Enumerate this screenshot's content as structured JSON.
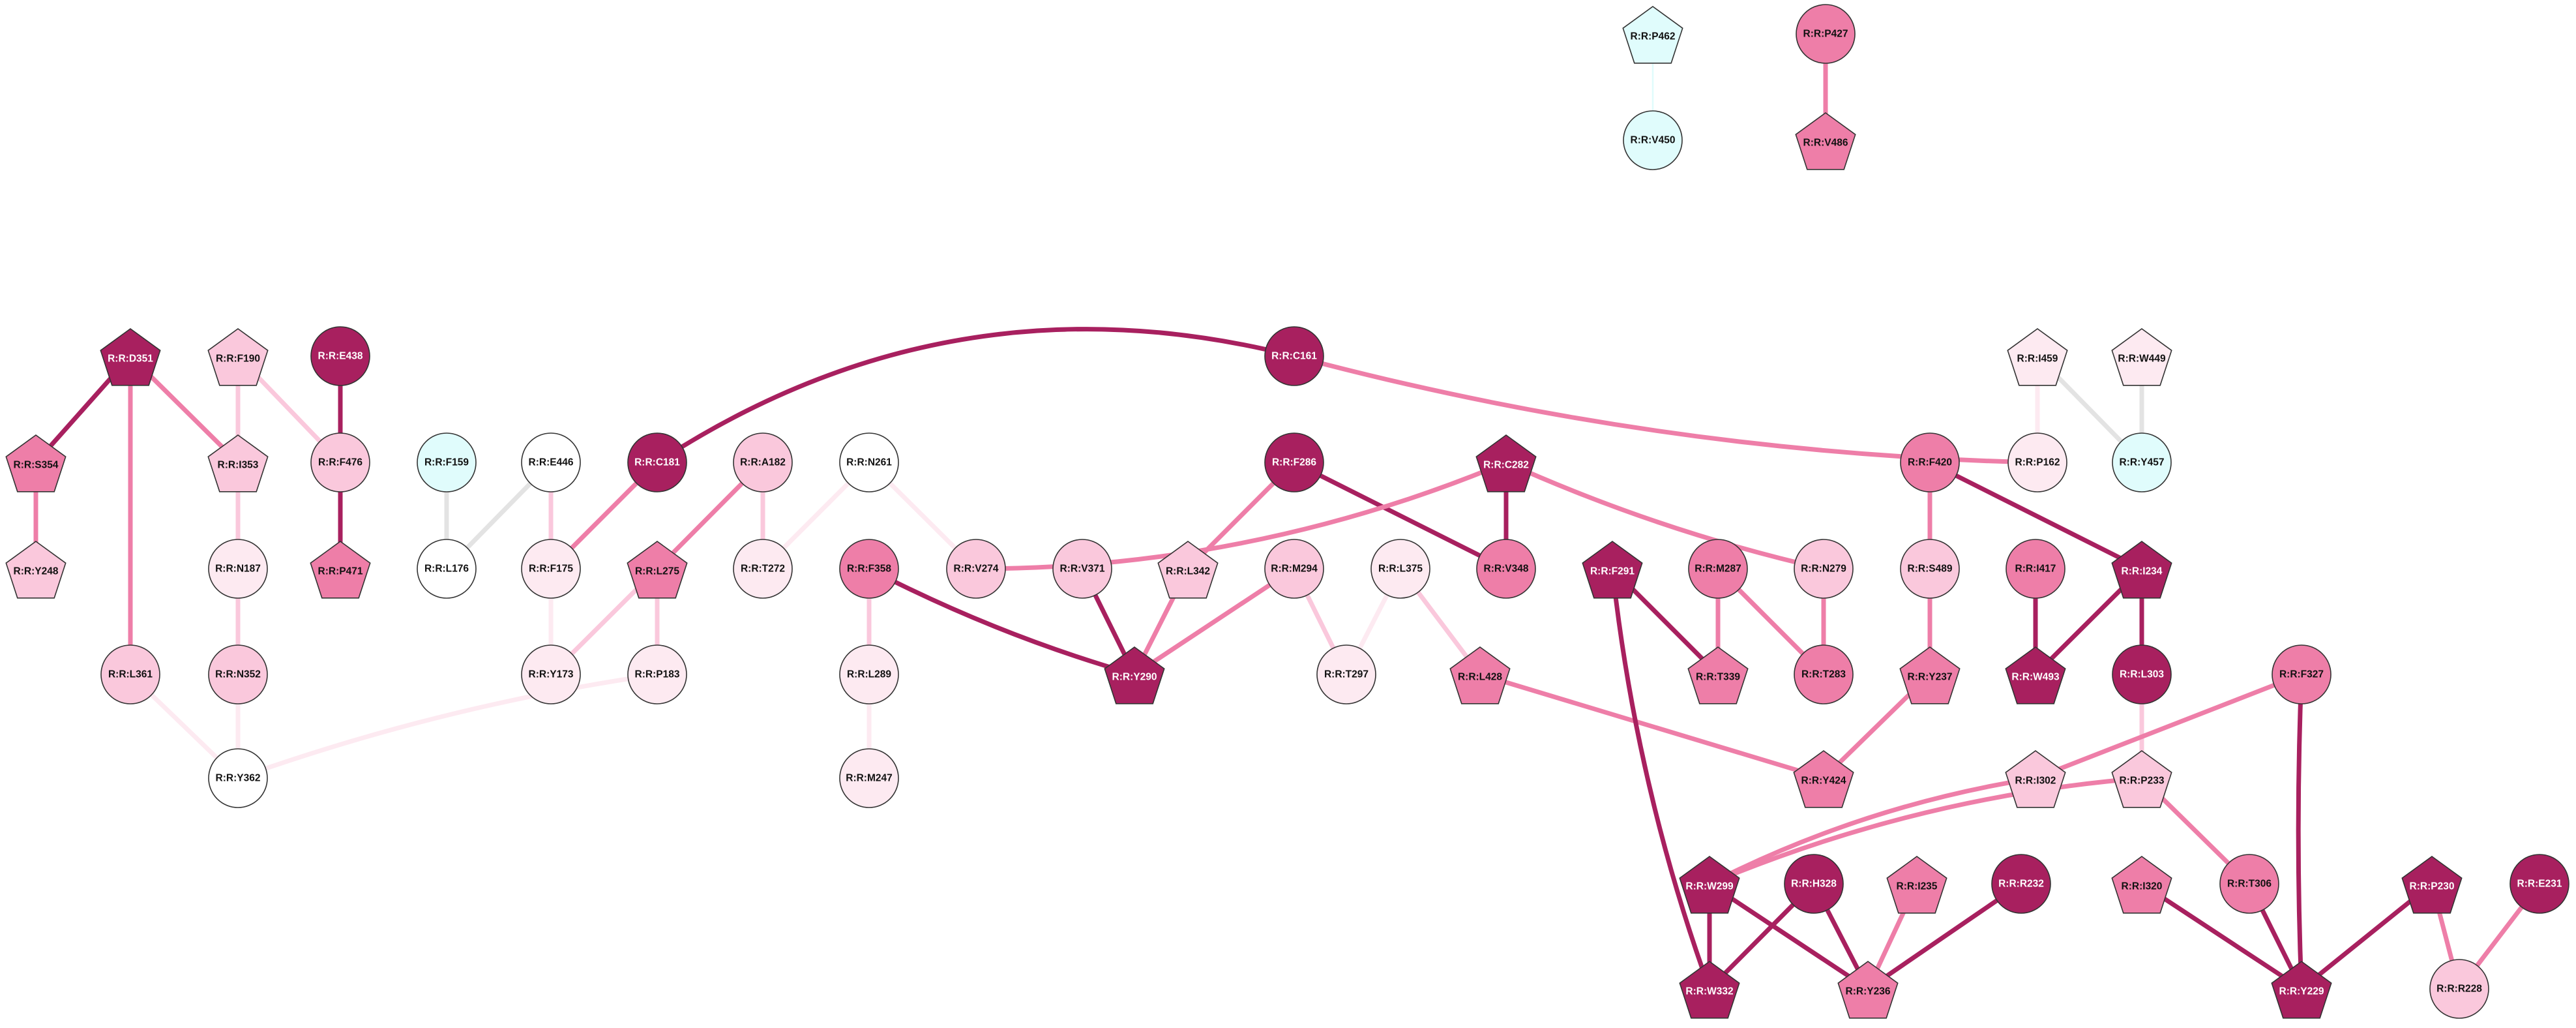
{
  "colors": {
    "dark": "#a8205f",
    "medium": "#ee7ea8",
    "light": "#fac8dc",
    "pale": "#fdeaf1",
    "white": "#ffffff",
    "cyan": "#e0fcfc",
    "grey": "#e3e3e3"
  },
  "nodes": [
    {
      "id": "R:R:P462",
      "shape": "pentagon",
      "fill": "cyan"
    },
    {
      "id": "R:R:V450",
      "shape": "circle",
      "fill": "cyan"
    },
    {
      "id": "R:R:P427",
      "shape": "circle",
      "fill": "medium"
    },
    {
      "id": "R:R:V486",
      "shape": "pentagon",
      "fill": "medium"
    },
    {
      "id": "R:R:D351",
      "shape": "pentagon",
      "fill": "dark"
    },
    {
      "id": "R:R:S354",
      "shape": "pentagon",
      "fill": "medium"
    },
    {
      "id": "R:R:Y248",
      "shape": "pentagon",
      "fill": "light"
    },
    {
      "id": "R:R:L361",
      "shape": "circle",
      "fill": "light"
    },
    {
      "id": "R:R:F190",
      "shape": "pentagon",
      "fill": "light"
    },
    {
      "id": "R:R:I353",
      "shape": "pentagon",
      "fill": "light"
    },
    {
      "id": "R:R:N187",
      "shape": "circle",
      "fill": "pale"
    },
    {
      "id": "R:R:N352",
      "shape": "circle",
      "fill": "light"
    },
    {
      "id": "R:R:Y362",
      "shape": "circle",
      "fill": "white"
    },
    {
      "id": "R:R:E438",
      "shape": "circle",
      "fill": "dark"
    },
    {
      "id": "R:R:F476",
      "shape": "circle",
      "fill": "light"
    },
    {
      "id": "R:R:P471",
      "shape": "pentagon",
      "fill": "medium"
    },
    {
      "id": "R:R:F159",
      "shape": "circle",
      "fill": "cyan"
    },
    {
      "id": "R:R:L176",
      "shape": "circle",
      "fill": "white"
    },
    {
      "id": "R:R:E446",
      "shape": "circle",
      "fill": "white"
    },
    {
      "id": "R:R:C181",
      "shape": "circle",
      "fill": "dark"
    },
    {
      "id": "R:R:F175",
      "shape": "circle",
      "fill": "pale"
    },
    {
      "id": "R:R:Y173",
      "shape": "circle",
      "fill": "pale"
    },
    {
      "id": "R:R:A182",
      "shape": "circle",
      "fill": "light"
    },
    {
      "id": "R:R:L275",
      "shape": "pentagon",
      "fill": "medium"
    },
    {
      "id": "R:R:T272",
      "shape": "circle",
      "fill": "pale"
    },
    {
      "id": "R:R:P183",
      "shape": "circle",
      "fill": "pale"
    },
    {
      "id": "R:R:N261",
      "shape": "circle",
      "fill": "white"
    },
    {
      "id": "R:R:V274",
      "shape": "circle",
      "fill": "light"
    },
    {
      "id": "R:R:F358",
      "shape": "circle",
      "fill": "medium"
    },
    {
      "id": "R:R:L289",
      "shape": "circle",
      "fill": "pale"
    },
    {
      "id": "R:R:M247",
      "shape": "circle",
      "fill": "pale"
    },
    {
      "id": "R:R:C161",
      "shape": "circle",
      "fill": "dark"
    },
    {
      "id": "R:R:P162",
      "shape": "circle",
      "fill": "pale"
    },
    {
      "id": "R:R:V371",
      "shape": "circle",
      "fill": "light"
    },
    {
      "id": "R:R:F286",
      "shape": "circle",
      "fill": "dark"
    },
    {
      "id": "R:R:L342",
      "shape": "pentagon",
      "fill": "light"
    },
    {
      "id": "R:R:M294",
      "shape": "circle",
      "fill": "light"
    },
    {
      "id": "R:R:Y290",
      "shape": "pentagon",
      "fill": "dark"
    },
    {
      "id": "R:R:L375",
      "shape": "circle",
      "fill": "pale"
    },
    {
      "id": "R:R:T297",
      "shape": "circle",
      "fill": "pale"
    },
    {
      "id": "R:R:C282",
      "shape": "pentagon",
      "fill": "dark"
    },
    {
      "id": "R:R:V348",
      "shape": "circle",
      "fill": "medium"
    },
    {
      "id": "R:R:N279",
      "shape": "circle",
      "fill": "light"
    },
    {
      "id": "R:R:L428",
      "shape": "pentagon",
      "fill": "medium"
    },
    {
      "id": "R:R:Y424",
      "shape": "pentagon",
      "fill": "medium"
    },
    {
      "id": "R:R:F291",
      "shape": "pentagon",
      "fill": "dark"
    },
    {
      "id": "R:R:M287",
      "shape": "circle",
      "fill": "medium"
    },
    {
      "id": "R:R:T339",
      "shape": "pentagon",
      "fill": "medium"
    },
    {
      "id": "R:R:T283",
      "shape": "circle",
      "fill": "medium"
    },
    {
      "id": "R:R:F420",
      "shape": "circle",
      "fill": "medium"
    },
    {
      "id": "R:R:S489",
      "shape": "circle",
      "fill": "light"
    },
    {
      "id": "R:R:Y237",
      "shape": "pentagon",
      "fill": "medium"
    },
    {
      "id": "R:R:I417",
      "shape": "circle",
      "fill": "medium"
    },
    {
      "id": "R:R:W493",
      "shape": "pentagon",
      "fill": "dark"
    },
    {
      "id": "R:R:I234",
      "shape": "pentagon",
      "fill": "dark"
    },
    {
      "id": "R:R:L303",
      "shape": "circle",
      "fill": "dark"
    },
    {
      "id": "R:R:I459",
      "shape": "pentagon",
      "fill": "pale"
    },
    {
      "id": "R:R:W449",
      "shape": "pentagon",
      "fill": "pale"
    },
    {
      "id": "R:R:Y457",
      "shape": "circle",
      "fill": "cyan"
    },
    {
      "id": "R:R:F327",
      "shape": "circle",
      "fill": "medium"
    },
    {
      "id": "R:R:I302",
      "shape": "pentagon",
      "fill": "light"
    },
    {
      "id": "R:R:P233",
      "shape": "pentagon",
      "fill": "light"
    },
    {
      "id": "R:R:W299",
      "shape": "pentagon",
      "fill": "dark"
    },
    {
      "id": "R:R:H328",
      "shape": "circle",
      "fill": "dark"
    },
    {
      "id": "R:R:I235",
      "shape": "pentagon",
      "fill": "medium"
    },
    {
      "id": "R:R:R232",
      "shape": "circle",
      "fill": "dark"
    },
    {
      "id": "R:R:W332",
      "shape": "pentagon",
      "fill": "dark"
    },
    {
      "id": "R:R:Y236",
      "shape": "pentagon",
      "fill": "medium"
    },
    {
      "id": "R:R:I320",
      "shape": "pentagon",
      "fill": "medium"
    },
    {
      "id": "R:R:T306",
      "shape": "circle",
      "fill": "medium"
    },
    {
      "id": "R:R:P230",
      "shape": "pentagon",
      "fill": "dark"
    },
    {
      "id": "R:R:E231",
      "shape": "circle",
      "fill": "dark"
    },
    {
      "id": "R:R:Y229",
      "shape": "pentagon",
      "fill": "dark"
    },
    {
      "id": "R:R:R228",
      "shape": "circle",
      "fill": "light"
    }
  ],
  "edges": [
    {
      "source": "R:R:P462",
      "target": "R:R:V450",
      "color": "cyan",
      "weight": 1
    },
    {
      "source": "R:R:P427",
      "target": "R:R:V486",
      "color": "medium",
      "weight": 3
    },
    {
      "source": "R:R:D351",
      "target": "R:R:S354",
      "color": "dark",
      "weight": 3
    },
    {
      "source": "R:R:D351",
      "target": "R:R:L361",
      "color": "medium",
      "weight": 3
    },
    {
      "source": "R:R:D351",
      "target": "R:R:I353",
      "color": "medium",
      "weight": 3
    },
    {
      "source": "R:R:S354",
      "target": "R:R:Y248",
      "color": "medium",
      "weight": 3
    },
    {
      "source": "R:R:F190",
      "target": "R:R:I353",
      "color": "light",
      "weight": 3
    },
    {
      "source": "R:R:F190",
      "target": "R:R:F476",
      "color": "light",
      "weight": 3
    },
    {
      "source": "R:R:I353",
      "target": "R:R:N187",
      "color": "light",
      "weight": 3
    },
    {
      "source": "R:R:N187",
      "target": "R:R:N352",
      "color": "light",
      "weight": 3
    },
    {
      "source": "R:R:N352",
      "target": "R:R:Y362",
      "color": "pale",
      "weight": 3
    },
    {
      "source": "R:R:L361",
      "target": "R:R:Y362",
      "color": "pale",
      "weight": 3
    },
    {
      "source": "R:R:E438",
      "target": "R:R:F476",
      "color": "dark",
      "weight": 3
    },
    {
      "source": "R:R:F476",
      "target": "R:R:P471",
      "color": "dark",
      "weight": 3
    },
    {
      "source": "R:R:F159",
      "target": "R:R:L176",
      "color": "grey",
      "weight": 3
    },
    {
      "source": "R:R:E446",
      "target": "R:R:L176",
      "color": "grey",
      "weight": 3
    },
    {
      "source": "R:R:C181",
      "target": "R:R:F175",
      "color": "medium",
      "weight": 3
    },
    {
      "source": "R:R:C181",
      "target": "R:R:C161",
      "color": "dark",
      "weight": 3
    },
    {
      "source": "R:R:E446",
      "target": "R:R:F175",
      "color": "light",
      "weight": 3
    },
    {
      "source": "R:R:F175",
      "target": "R:R:Y173",
      "color": "pale",
      "weight": 3
    },
    {
      "source": "R:R:A182",
      "target": "R:R:L275",
      "color": "medium",
      "weight": 3
    },
    {
      "source": "R:R:A182",
      "target": "R:R:T272",
      "color": "light",
      "weight": 3
    },
    {
      "source": "R:R:L275",
      "target": "R:R:Y173",
      "color": "light",
      "weight": 3
    },
    {
      "source": "R:R:L275",
      "target": "R:R:P183",
      "color": "light",
      "weight": 3
    },
    {
      "source": "R:R:P183",
      "target": "R:R:Y362",
      "color": "pale",
      "weight": 3
    },
    {
      "source": "R:R:N261",
      "target": "R:R:T272",
      "color": "pale",
      "weight": 3
    },
    {
      "source": "R:R:N261",
      "target": "R:R:V274",
      "color": "pale",
      "weight": 3
    },
    {
      "source": "R:R:C161",
      "target": "R:R:P162",
      "color": "medium",
      "weight": 3
    },
    {
      "source": "R:R:F358",
      "target": "R:R:L289",
      "color": "light",
      "weight": 3
    },
    {
      "source": "R:R:L289",
      "target": "R:R:M247",
      "color": "pale",
      "weight": 3
    },
    {
      "source": "R:R:F358",
      "target": "R:R:Y290",
      "color": "dark",
      "weight": 3
    },
    {
      "source": "R:R:V371",
      "target": "R:R:Y290",
      "color": "dark",
      "weight": 3
    },
    {
      "source": "R:R:L342",
      "target": "R:R:Y290",
      "color": "medium",
      "weight": 3
    },
    {
      "source": "R:R:M294",
      "target": "R:R:Y290",
      "color": "medium",
      "weight": 3
    },
    {
      "source": "R:R:F286",
      "target": "R:R:L342",
      "color": "medium",
      "weight": 3
    },
    {
      "source": "R:R:F286",
      "target": "R:R:V348",
      "color": "dark",
      "weight": 3
    },
    {
      "source": "R:R:C282",
      "target": "R:R:V274",
      "color": "medium",
      "weight": 3
    },
    {
      "source": "R:R:C282",
      "target": "R:R:V348",
      "color": "dark",
      "weight": 3
    },
    {
      "source": "R:R:C282",
      "target": "R:R:N279",
      "color": "medium",
      "weight": 3
    },
    {
      "source": "R:R:M294",
      "target": "R:R:T297",
      "color": "light",
      "weight": 3
    },
    {
      "source": "R:R:L375",
      "target": "R:R:T297",
      "color": "pale",
      "weight": 3
    },
    {
      "source": "R:R:L375",
      "target": "R:R:L428",
      "color": "light",
      "weight": 3
    },
    {
      "source": "R:R:L428",
      "target": "R:R:Y424",
      "color": "medium",
      "weight": 3
    },
    {
      "source": "R:R:Y237",
      "target": "R:R:Y424",
      "color": "medium",
      "weight": 3
    },
    {
      "source": "R:R:F420",
      "target": "R:R:S489",
      "color": "medium",
      "weight": 3
    },
    {
      "source": "R:R:S489",
      "target": "R:R:Y237",
      "color": "medium",
      "weight": 3
    },
    {
      "source": "R:R:F420",
      "target": "R:R:I234",
      "color": "dark",
      "weight": 3
    },
    {
      "source": "R:R:I417",
      "target": "R:R:W493",
      "color": "dark",
      "weight": 3
    },
    {
      "source": "R:R:I234",
      "target": "R:R:W493",
      "color": "dark",
      "weight": 3
    },
    {
      "source": "R:R:I234",
      "target": "R:R:L303",
      "color": "dark",
      "weight": 3
    },
    {
      "source": "R:R:L303",
      "target": "R:R:P233",
      "color": "light",
      "weight": 3
    },
    {
      "source": "R:R:I459",
      "target": "R:R:P162",
      "color": "pale",
      "weight": 3
    },
    {
      "source": "R:R:I459",
      "target": "R:R:Y457",
      "color": "grey",
      "weight": 3
    },
    {
      "source": "R:R:W449",
      "target": "R:R:Y457",
      "color": "grey",
      "weight": 3
    },
    {
      "source": "R:R:F291",
      "target": "R:R:T339",
      "color": "dark",
      "weight": 3
    },
    {
      "source": "R:R:F291",
      "target": "R:R:W332",
      "color": "dark",
      "weight": 3
    },
    {
      "source": "R:R:M287",
      "target": "R:R:T339",
      "color": "medium",
      "weight": 3
    },
    {
      "source": "R:R:M287",
      "target": "R:R:T283",
      "color": "medium",
      "weight": 3
    },
    {
      "source": "R:R:N279",
      "target": "R:R:T283",
      "color": "medium",
      "weight": 3
    },
    {
      "source": "R:R:F327",
      "target": "R:R:I302",
      "color": "medium",
      "weight": 3
    },
    {
      "source": "R:R:F327",
      "target": "R:R:Y229",
      "color": "dark",
      "weight": 3
    },
    {
      "source": "R:R:I302",
      "target": "R:R:W299",
      "color": "medium",
      "weight": 3
    },
    {
      "source": "R:R:P233",
      "target": "R:R:W299",
      "color": "medium",
      "weight": 3
    },
    {
      "source": "R:R:P233",
      "target": "R:R:T306",
      "color": "medium",
      "weight": 3
    },
    {
      "source": "R:R:W299",
      "target": "R:R:W332",
      "color": "dark",
      "weight": 3
    },
    {
      "source": "R:R:W299",
      "target": "R:R:Y236",
      "color": "dark",
      "weight": 3
    },
    {
      "source": "R:R:H328",
      "target": "R:R:W332",
      "color": "dark",
      "weight": 3
    },
    {
      "source": "R:R:H328",
      "target": "R:R:Y236",
      "color": "dark",
      "weight": 3
    },
    {
      "source": "R:R:I235",
      "target": "R:R:Y236",
      "color": "medium",
      "weight": 3
    },
    {
      "source": "R:R:R232",
      "target": "R:R:Y236",
      "color": "dark",
      "weight": 3
    },
    {
      "source": "R:R:I320",
      "target": "R:R:Y229",
      "color": "dark",
      "weight": 3
    },
    {
      "source": "R:R:T306",
      "target": "R:R:Y229",
      "color": "dark",
      "weight": 3
    },
    {
      "source": "R:R:P230",
      "target": "R:R:Y229",
      "color": "dark",
      "weight": 3
    },
    {
      "source": "R:R:P230",
      "target": "R:R:R228",
      "color": "medium",
      "weight": 3
    },
    {
      "source": "R:R:E231",
      "target": "R:R:R228",
      "color": "medium",
      "weight": 3
    }
  ]
}
